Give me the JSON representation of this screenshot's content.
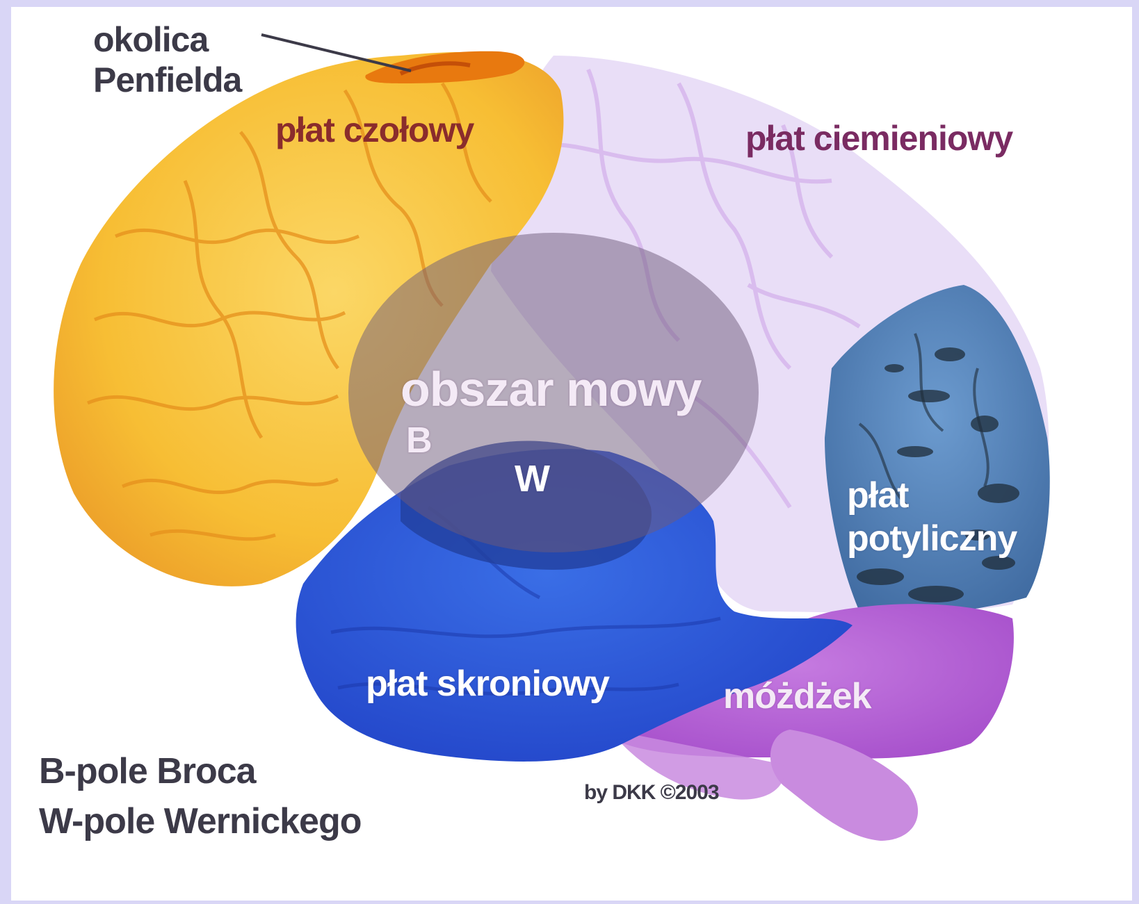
{
  "labels": {
    "okolica_line1": "okolica",
    "okolica_line2": "Penfielda",
    "plat_czolowy": "płat czołowy",
    "plat_ciemieniowy": "płat ciemieniowy",
    "obszar_mowy": "obszar mowy",
    "broca_marker": "B",
    "wernicke_marker": "W",
    "plat_potyliczny_line1": "płat",
    "plat_potyliczny_line2": "potyliczny",
    "plat_skroniowy": "płat skroniowy",
    "mozdzek": "móżdżek",
    "credit": "by DKK ©2003"
  },
  "legend": {
    "broca": "B-pole Broca",
    "wernicke": "W-pole Wernickego"
  },
  "colors": {
    "frontal_lobe": "#f7c13a",
    "penfield_area": "#e8790f",
    "parietal_lobe": "#e9def7",
    "temporal_lobe": "#2a55d6",
    "occipital_lobe": "#4f7fb4",
    "cerebellum": "#b562d4",
    "speech_area": "#8e7a97",
    "background_border": "#d9d6f6"
  }
}
